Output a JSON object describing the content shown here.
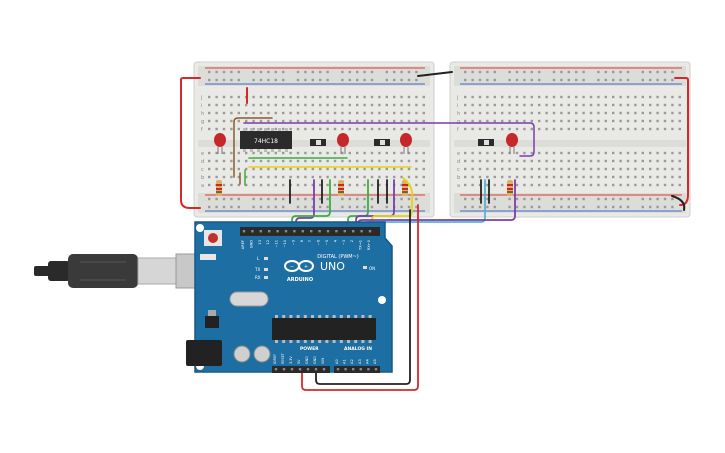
{
  "colors": {
    "breadboard": "#e9e9e6",
    "breadboard_rail": "#dcdcd8",
    "rail_red": "#d93a2b",
    "rail_blue": "#3a68c9",
    "hole": "#9a9a9a",
    "arduino_board": "#1d6fa3",
    "arduino_edge": "#155a87",
    "header": "#2a2a2a",
    "led_red": "#c6272b",
    "wire_red": "#d62828",
    "wire_black": "#222222",
    "wire_green": "#3cae3c",
    "wire_yellow": "#e9d20c",
    "wire_purple": "#7d3cae",
    "wire_brown": "#8b5a2b",
    "wire_blue": "#5ab0d6",
    "usb": "#3a3a3a"
  },
  "chip": {
    "label": "74HC18"
  },
  "breadboard_left": {
    "row_labels_top": [
      "j",
      "i",
      "h",
      "g",
      "f"
    ],
    "row_labels_bottom": [
      "e",
      "d",
      "c",
      "b",
      "a"
    ]
  },
  "breadboard_right": {
    "row_labels_top": [
      "j",
      "i",
      "h",
      "g",
      "f"
    ],
    "row_labels_bottom": [
      "e",
      "d",
      "c",
      "b",
      "a"
    ]
  },
  "arduino": {
    "logo_text": "ARDUINO",
    "model": "UNO",
    "on_label": "ON",
    "led_labels": [
      "L",
      "TX",
      "RX"
    ],
    "digital_label": "DIGITAL (PWM~)",
    "power_label": "POWER",
    "analog_label": "ANALOG IN",
    "digital_pins": [
      "AREF",
      "GND",
      "13",
      "12",
      "~11",
      "~10",
      "~9",
      "8",
      "7",
      "~6",
      "~5",
      "4",
      "~3",
      "2",
      "TX→1",
      "RX←0"
    ],
    "power_pins": [
      "IOREF",
      "RESET",
      "3.3V",
      "5V",
      "GND",
      "GND",
      "VIN"
    ],
    "analog_pins": [
      "A0",
      "A1",
      "A2",
      "A3",
      "A4",
      "A5"
    ]
  }
}
